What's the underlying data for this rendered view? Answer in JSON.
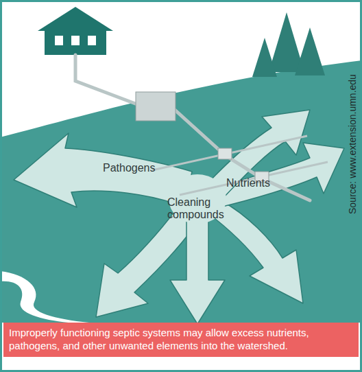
{
  "diagram": {
    "caption": "Improperly functioning septic systems may allow excess nutrients, pathogens, and other unwanted elements into the watershed.",
    "labels": [
      "Pathogens",
      "Nutrients",
      "Cleaning compounds",
      "Source: www.extension.umn.edu"
    ]
  }
}
